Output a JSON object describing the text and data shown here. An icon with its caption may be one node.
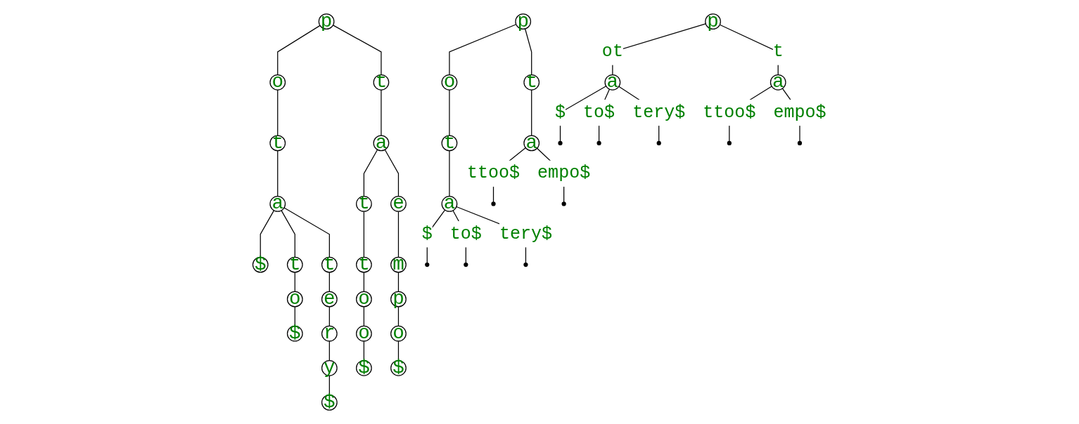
{
  "diagram": {
    "nodes": [
      {
        "text": [
          "p"
        ]
      },
      {
        "text": [
          "o"
        ]
      },
      {
        "text": [
          "t"
        ]
      },
      {
        "text": [
          "a"
        ]
      },
      {
        "text": [
          "$"
        ]
      },
      {
        "text": [
          "t"
        ]
      },
      {
        "text": [
          "o"
        ]
      },
      {
        "text": [
          "$"
        ]
      },
      {
        "text": [
          "t"
        ]
      },
      {
        "text": [
          "e"
        ]
      },
      {
        "text": [
          "r"
        ]
      },
      {
        "text": [
          "y"
        ]
      },
      {
        "text": [
          "$"
        ]
      },
      {
        "text": [
          "t"
        ]
      },
      {
        "text": [
          "a"
        ]
      },
      {
        "text": [
          "t"
        ]
      },
      {
        "text": [
          "t"
        ]
      },
      {
        "text": [
          "o"
        ]
      },
      {
        "text": [
          "o"
        ]
      },
      {
        "text": [
          "$"
        ]
      },
      {
        "text": [
          "e"
        ]
      },
      {
        "text": [
          "m"
        ]
      },
      {
        "text": [
          "p"
        ]
      },
      {
        "text": [
          "o"
        ]
      },
      {
        "text": [
          "$"
        ]
      },
      {
        "text": [
          "p"
        ]
      },
      {
        "text": [
          "o"
        ]
      },
      {
        "text": [
          "t"
        ]
      },
      {
        "text": [
          "a"
        ]
      },
      {
        "text": [],
        "shape": "circle"
      },
      {
        "text": [],
        "shape": "circle"
      },
      {
        "text": [],
        "shape": "circle"
      },
      {
        "text": [
          "t"
        ]
      },
      {
        "text": [
          "a"
        ]
      },
      {
        "text": [],
        "shape": "circle"
      },
      {
        "text": [],
        "shape": "circle"
      },
      {
        "text": [
          "p"
        ]
      },
      {
        "text": [
          "a"
        ]
      },
      {
        "text": [],
        "shape": "circle"
      },
      {
        "text": [],
        "shape": "circle"
      },
      {
        "text": [],
        "shape": "circle"
      },
      {
        "text": [
          "a"
        ]
      },
      {
        "text": [],
        "shape": "circle"
      },
      {
        "text": [],
        "shape": "circle"
      }
    ],
    "edges": [
      {
        "from": 0,
        "to": 1,
        "arrow": "none"
      },
      {
        "from": 1,
        "to": 2,
        "arrow": "none"
      },
      {
        "from": 2,
        "to": 3,
        "arrow": "none"
      },
      {
        "from": 3,
        "to": 4,
        "arrow": "none"
      },
      {
        "from": 3,
        "to": 5,
        "arrow": "none"
      },
      {
        "from": 5,
        "to": 6,
        "arrow": "none"
      },
      {
        "from": 6,
        "to": 7,
        "arrow": "none"
      },
      {
        "from": 3,
        "to": 8,
        "arrow": "none"
      },
      {
        "from": 8,
        "to": 9,
        "arrow": "none"
      },
      {
        "from": 9,
        "to": 10,
        "arrow": "none"
      },
      {
        "from": 10,
        "to": 11,
        "arrow": "none"
      },
      {
        "from": 11,
        "to": 12,
        "arrow": "none"
      },
      {
        "from": 0,
        "to": 13,
        "arrow": "none"
      },
      {
        "from": 13,
        "to": 14,
        "arrow": "none"
      },
      {
        "from": 14,
        "to": 15,
        "arrow": "none"
      },
      {
        "from": 15,
        "to": 16,
        "arrow": "none"
      },
      {
        "from": 16,
        "to": 17,
        "arrow": "none"
      },
      {
        "from": 17,
        "to": 18,
        "arrow": "none"
      },
      {
        "from": 18,
        "to": 19,
        "arrow": "none"
      },
      {
        "from": 14,
        "to": 20,
        "arrow": "none"
      },
      {
        "from": 20,
        "to": 21,
        "arrow": "none"
      },
      {
        "from": 21,
        "to": 22,
        "arrow": "none"
      },
      {
        "from": 22,
        "to": 23,
        "arrow": "none"
      },
      {
        "from": 23,
        "to": 24,
        "arrow": "none"
      },
      {
        "from": 25,
        "to": 26,
        "arrow": "none"
      },
      {
        "from": 26,
        "to": 27,
        "arrow": "none"
      },
      {
        "from": 27,
        "to": 28,
        "arrow": "none"
      },
      {
        "from": 28,
        "to": 29,
        "arrow": "none",
        "label": "$"
      },
      {
        "from": 28,
        "to": 30,
        "arrow": "none",
        "label": "to$"
      },
      {
        "from": 28,
        "to": 31,
        "arrow": "none",
        "label": "tery$"
      },
      {
        "from": 25,
        "to": 32,
        "arrow": "none"
      },
      {
        "from": 32,
        "to": 33,
        "arrow": "none"
      },
      {
        "from": 33,
        "to": 34,
        "arrow": "none",
        "label": "ttoo$"
      },
      {
        "from": 33,
        "to": 35,
        "arrow": "none",
        "label": "empo$"
      },
      {
        "from": 36,
        "to": 37,
        "arrow": "none",
        "label": "ot"
      },
      {
        "from": 37,
        "to": 38,
        "arrow": "none",
        "label": "$"
      },
      {
        "from": 37,
        "to": 39,
        "arrow": "none",
        "label": "to$"
      },
      {
        "from": 37,
        "to": 40,
        "arrow": "none",
        "label": "tery$"
      },
      {
        "from": 36,
        "to": 41,
        "arrow": "none",
        "label": "t"
      },
      {
        "from": 41,
        "to": 42,
        "arrow": "none",
        "label": "ttoo$"
      },
      {
        "from": 41,
        "to": 43,
        "arrow": "none",
        "label": "empo$"
      }
    ]
  }
}
